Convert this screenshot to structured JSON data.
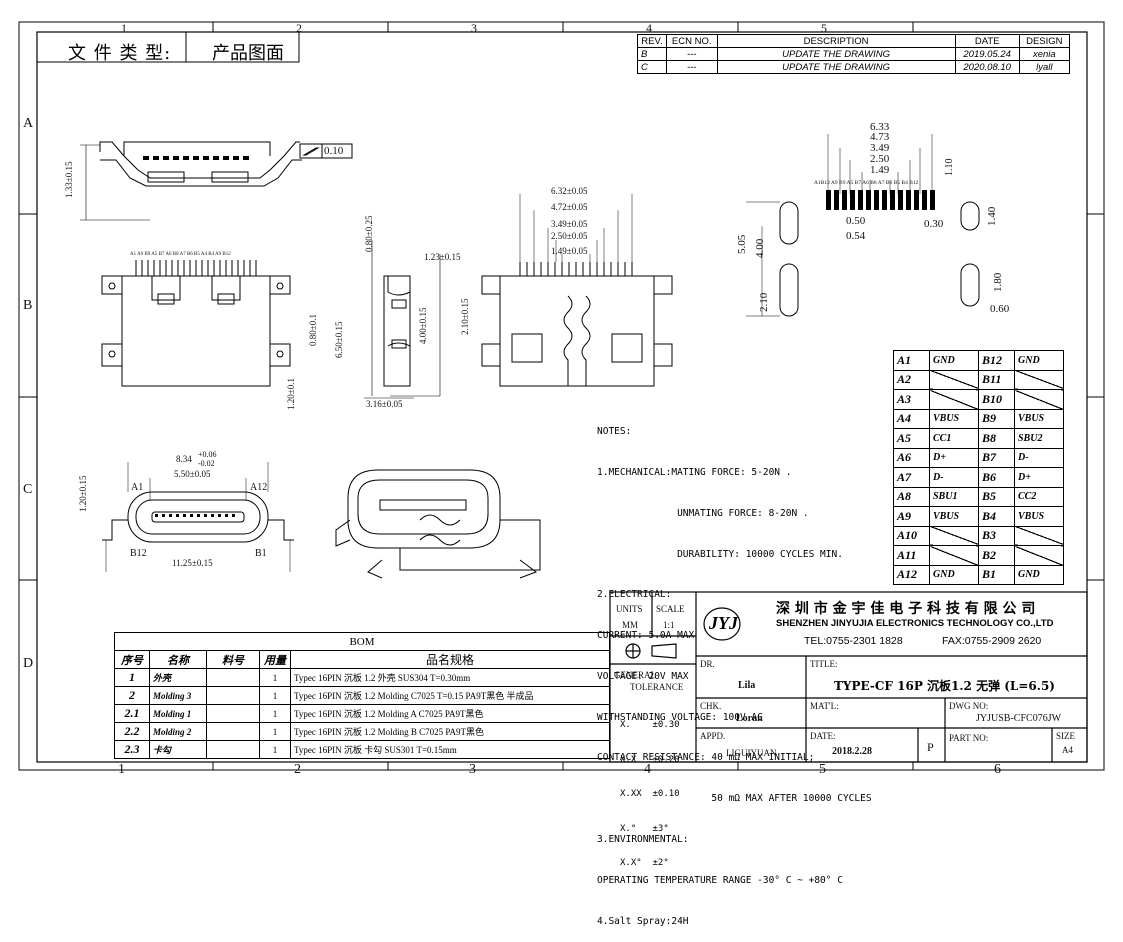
{
  "header": {
    "doc_type_label": "文 件 类 型:",
    "doc_type_value": "产品图面"
  },
  "zones": {
    "cols": [
      "1",
      "2",
      "3",
      "4",
      "5",
      "6"
    ],
    "rows": [
      "A",
      "B",
      "C",
      "D"
    ]
  },
  "revision": {
    "headers": [
      "REV.",
      "ECN NO.",
      "DESCRIPTION",
      "DATE",
      "DESIGN"
    ],
    "rows": [
      {
        "rev": "B",
        "ecn": "---",
        "desc": "UPDATE THE DRAWING",
        "date": "2019.05.24",
        "design": "xenia"
      },
      {
        "rev": "C",
        "ecn": "---",
        "desc": "UPDATE THE DRAWING",
        "date": "2020.08.10",
        "design": "lyall"
      }
    ]
  },
  "dims": {
    "flatness": "0.10",
    "h133": "1.33±0.15",
    "d632": "6.32±0.05",
    "d472": "4.72±0.05",
    "d349": "3.49±0.05",
    "d250": "2.50±0.05",
    "d149": "1.49±0.05",
    "d080_025": "0.80±0.25",
    "d123": "1.23±0.15",
    "d080_01": "0.80±0.1",
    "d650": "6.50±0.15",
    "d400": "4.00±0.15",
    "d210": "2.10±0.15",
    "d120": "1.20±0.1",
    "d316": "3.16±0.05",
    "d834": "8.34",
    "tol_up": "+0.06",
    "tol_dn": "-0.02",
    "d550": "5.50±0.05",
    "d120b": "1.20±0.15",
    "d1125": "11.25±0.15",
    "a1": "A1",
    "a12": "A12",
    "b12": "B12",
    "b1": "B1",
    "r633": "6.33",
    "r473": "4.73",
    "r349": "3.49",
    "r250": "2.50",
    "r149": "1.49",
    "r110": "1.10",
    "r050": "0.50",
    "r054": "0.54",
    "r030": "0.30",
    "r140": "1.40",
    "r505": "5.05",
    "r400": "4.00",
    "r210": "2.10",
    "r180": "1.80",
    "r060": "0.60",
    "pin_labels_top": "A1B12 A9 B9 A5 B7 A6 B8 A7 B6 B5 B4 B12",
    "pin_labels_mid": "A1 A9 B9 A5 B7 A6 B8 A7 B6 B5 A4 B4 A9 B12"
  },
  "notes": [
    "NOTES:",
    "1.MECHANICAL:MATING FORCE: 5-20N .",
    "              UNMATING FORCE: 8-20N .",
    "              DURABILITY: 10000 CYCLES MIN.",
    "2.ELECTRICAL:",
    "CURRENT: 5.0A MAX",
    "VOLTAGE: 20V MAX",
    "WITHSTANDING VOLTAGE: 100V AC",
    "CONTACT RESISTANCE: 40 mΩ MAX INITIAL;",
    "                    50 mΩ MAX AFTER 10000 CYCLES",
    "3.ENVIRONMENTAL:",
    "OPERATING TEMPERATURE RANGE -30° C ~ +80° C",
    "4.Salt Spray:24H"
  ],
  "pinout": [
    [
      "A1",
      "GND",
      "B12",
      "GND"
    ],
    [
      "A2",
      "",
      "B11",
      ""
    ],
    [
      "A3",
      "",
      "B10",
      ""
    ],
    [
      "A4",
      "VBUS",
      "B9",
      "VBUS"
    ],
    [
      "A5",
      "CC1",
      "B8",
      "SBU2"
    ],
    [
      "A6",
      "D+",
      "B7",
      "D-"
    ],
    [
      "A7",
      "D-",
      "B6",
      "D+"
    ],
    [
      "A8",
      "SBU1",
      "B5",
      "CC2"
    ],
    [
      "A9",
      "VBUS",
      "B4",
      "VBUS"
    ],
    [
      "A10",
      "",
      "B3",
      ""
    ],
    [
      "A11",
      "",
      "B2",
      ""
    ],
    [
      "A12",
      "GND",
      "B1",
      "GND"
    ]
  ],
  "bom": {
    "title": "BOM",
    "headers": [
      "序号",
      "名称",
      "料号",
      "用量",
      "品名规格"
    ],
    "rows": [
      {
        "no": "1",
        "name": "外壳",
        "pn": "",
        "qty": "1",
        "spec": "Typec 16PIN 沉板 1.2 外壳 SUS304 T=0.30mm"
      },
      {
        "no": "2",
        "name": "Molding 3",
        "pn": "",
        "qty": "1",
        "spec": "Typec 16PIN 沉板 1.2 Molding C7025 T=0.15 PA9T黑色 半成品"
      },
      {
        "no": "2.1",
        "name": "Molding 1",
        "pn": "",
        "qty": "1",
        "spec": "Typec 16PIN 沉板 1.2 Molding A C7025 PA9T黑色"
      },
      {
        "no": "2.2",
        "name": "Molding 2",
        "pn": "",
        "qty": "1",
        "spec": "Typec 16PIN 沉板 1.2 Molding B C7025 PA9T黑色"
      },
      {
        "no": "2.3",
        "name": "卡勾",
        "pn": "",
        "qty": "1",
        "spec": "Typec 16PIN 沉板  卡勾 SUS301 T=0.15mm"
      }
    ]
  },
  "title_block": {
    "units_label": "UNITS",
    "units_value": "MM",
    "scale_label": "SCALE",
    "scale_value": "1:1",
    "logo": "JYJ",
    "company_cn": "深 圳 市 金 宇 佳 电 子 科 技 有 限 公 司",
    "company_en": "SHENZHEN JINYUJIA ELECTRONICS TECHNOLOGY CO.,LTD",
    "tel": "TEL:0755-2301 1828",
    "fax": "FAX:0755-2909 2620",
    "gen_tol_label": "GENERAL",
    "gen_tol_label2": "TOLERANCE",
    "tol_rows": [
      "X.    ±0.30",
      "X.X   ±0.20",
      "X.XX  ±0.10",
      "X.°   ±3°",
      "X.X°  ±2°"
    ],
    "dr_label": "DR.",
    "dr_value": "Lila",
    "chk_label": "CHK.",
    "chk_value": "Loran",
    "appd_label": "APPD.",
    "appd_value": "LIGUIYUAN",
    "title_label": "TITLE:",
    "title_value": "TYPE-CF 16P 沉板1.2 无弹 (L=6.5)",
    "matl_label": "MAT'L:",
    "dwg_label": "DWG NO:",
    "dwg_value": "JYJUSB-CFC076JW",
    "date_label": "DATE:",
    "date_value": "2018.2.28",
    "p_mark": "P",
    "part_label": "PART NO:",
    "size_label": "SIZE",
    "size_value": "A4"
  }
}
